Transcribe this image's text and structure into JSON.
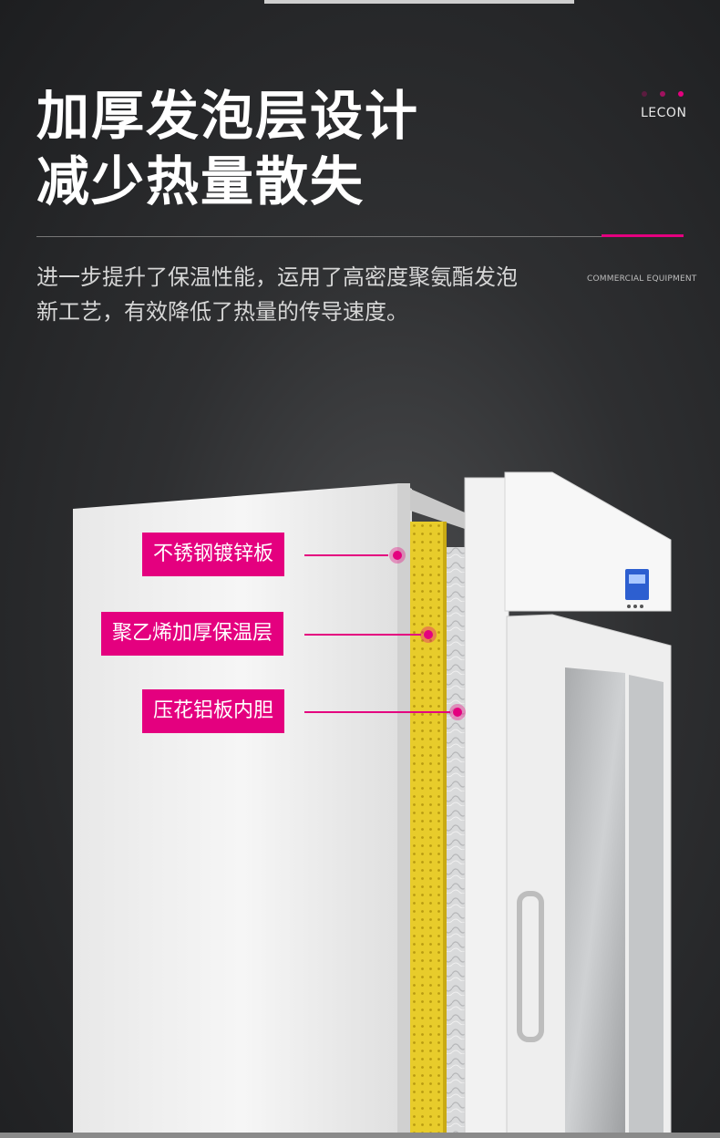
{
  "brand": {
    "logo_text": "LECON",
    "dot_colors": [
      "#5a1c3f",
      "#a0125f",
      "#e4007f"
    ]
  },
  "headline": {
    "line1": "加厚发泡层设计",
    "line2": "减少热量散失"
  },
  "description": {
    "line1": "进一步提升了保温性能，运用了高密度聚氨酯发泡",
    "line2": "新工艺，有效降低了热量的传导速度。",
    "english_tag": "COMMERCIAL EQUIPMENT"
  },
  "layers": [
    {
      "label": "不锈钢镀锌板"
    },
    {
      "label": "聚乙烯加厚保温层"
    },
    {
      "label": "压花铝板内胆"
    }
  ],
  "colors": {
    "accent": "#e4007f",
    "headline": "#ffffff",
    "body_text": "#d6d6d6",
    "insulation": "#e8cc2b"
  },
  "icons": {
    "product": "refrigerator-cutaway-icon",
    "marker": "hotspot-dot-icon"
  }
}
